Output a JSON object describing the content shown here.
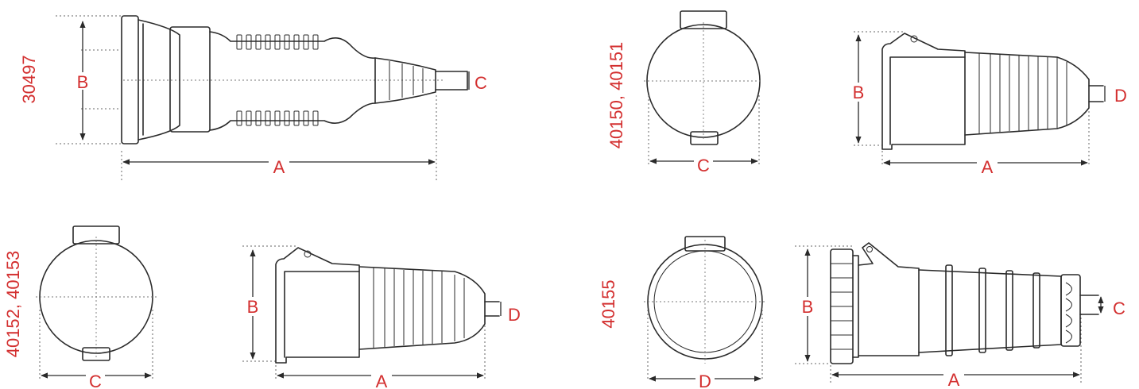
{
  "figures": [
    {
      "model": "30497",
      "labels": {
        "height": "B",
        "cable": "C",
        "length": "A"
      }
    },
    {
      "model": "40150, 40151",
      "labels": {
        "front_width": "C",
        "height": "B",
        "cable": "D",
        "length": "A"
      }
    },
    {
      "model": "40152, 40153",
      "labels": {
        "front_width": "C",
        "height": "B",
        "cable": "D",
        "length": "A"
      }
    },
    {
      "model": "40155",
      "labels": {
        "front_width": "D",
        "height": "B",
        "cable": "C",
        "length": "A"
      }
    }
  ],
  "colors": {
    "label": "#d32f2f",
    "line": "#2a2a2a"
  }
}
